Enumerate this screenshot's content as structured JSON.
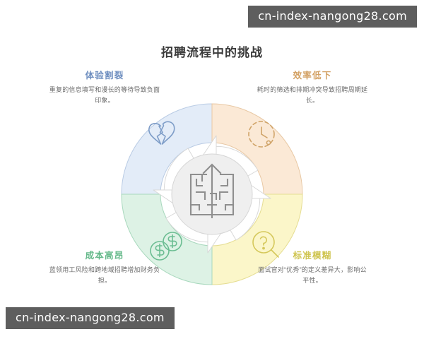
{
  "title": "招聘流程中的挑战",
  "watermark": {
    "top_right": "cn-index-nangong28.com",
    "bottom_left": "cn-index-nangong28.com"
  },
  "center": {
    "icon": "maze-arrow-icon",
    "fill": "#efefef",
    "stroke": "#9b9b9b"
  },
  "chart_data": {
    "type": "pie",
    "title": "招聘流程中的挑战",
    "subtype": "donut-4-quadrant",
    "categories": [
      "体验割裂",
      "效率低下",
      "标准模糊",
      "成本高昂"
    ],
    "values": [
      25,
      25,
      25,
      25
    ],
    "legend": "inline-labels",
    "grid": false,
    "series": [
      {
        "name": "体验割裂",
        "value": 25,
        "position": "top-left",
        "fill": "#e3ecf8",
        "stroke": "#b9cbe4",
        "title_color": "#6f8fc0",
        "icon": "broken-heart-icon",
        "icon_color": "#7e9dc8",
        "description": "重复的信息填写和漫长的等待导致负面印象。"
      },
      {
        "name": "效率低下",
        "value": 25,
        "position": "top-right",
        "fill": "#fbe9d6",
        "stroke": "#e8c8a4",
        "title_color": "#d3a164",
        "icon": "clock-icon",
        "icon_color": "#d0a469",
        "description": "耗时的筛选和排期冲突导致招聘周期延长。"
      },
      {
        "name": "标准模糊",
        "value": 25,
        "position": "bottom-right",
        "fill": "#fbf6c9",
        "stroke": "#e5dd92",
        "title_color": "#cfc44f",
        "icon": "magnifier-question-icon",
        "icon_color": "#d5c85b",
        "description": "面试官对“优秀”的定义差异大，影响公平性。"
      },
      {
        "name": "成本高昂",
        "value": 25,
        "position": "bottom-left",
        "fill": "#ddf2e5",
        "stroke": "#a8d8bd",
        "title_color": "#66b98b",
        "icon": "coins-dollar-icon",
        "icon_color": "#6bbd92",
        "description": "蓝领用工风险和跨地域招聘增加财务负担。"
      }
    ]
  }
}
